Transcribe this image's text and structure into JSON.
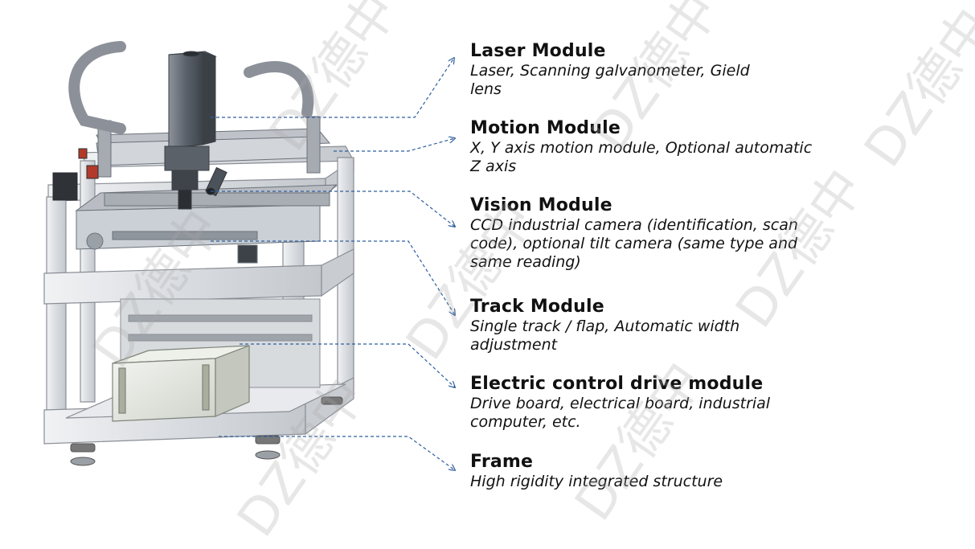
{
  "watermark": "DZ德中",
  "colors": {
    "leader": "#2f5f9e",
    "frame_fill": "#e3e5e8",
    "frame_edge": "#8a8f96",
    "dark_part": "#4a4f57",
    "red_part": "#b33a2a"
  },
  "callouts": [
    {
      "id": "laser",
      "title": "Laser Module",
      "desc": "Laser, Scanning galvanometer, Gield\nlens"
    },
    {
      "id": "motion",
      "title": "Motion Module",
      "desc": "X, Y axis motion module, Optional automatic\nZ axis"
    },
    {
      "id": "vision",
      "title": "Vision Module",
      "desc": "CCD industrial camera (identification, scan\ncode), optional tilt camera (same type and\nsame reading)"
    },
    {
      "id": "track",
      "title": "Track Module",
      "desc": "Single track / flap, Automatic width\nadjustment"
    },
    {
      "id": "electric",
      "title": "Electric control drive module",
      "desc": "Drive board, electrical board, industrial\ncomputer, etc."
    },
    {
      "id": "frame",
      "title": "Frame",
      "desc": "High rigidity integrated structure"
    }
  ]
}
